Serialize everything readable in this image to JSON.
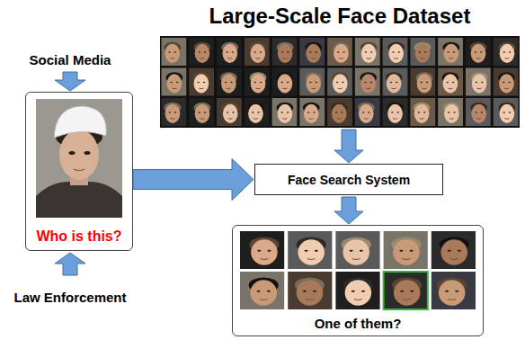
{
  "diagram": {
    "nodes": [
      {
        "text": [
          "Large-Scale Face Dataset"
        ]
      },
      {
        "text": [
          "Who is this?"
        ]
      },
      {
        "text": [
          "Face Search System"
        ]
      },
      {
        "text": [
          "One of them?"
        ]
      }
    ],
    "edges": [
      {
        "from": 1,
        "to": 2,
        "arrow": "to"
      },
      {
        "from": 0,
        "to": 2,
        "arrow": "to"
      },
      {
        "from": 2,
        "to": 3,
        "arrow": "to"
      }
    ],
    "labels": [
      "Social Media",
      "Law Enforcement"
    ]
  }
}
